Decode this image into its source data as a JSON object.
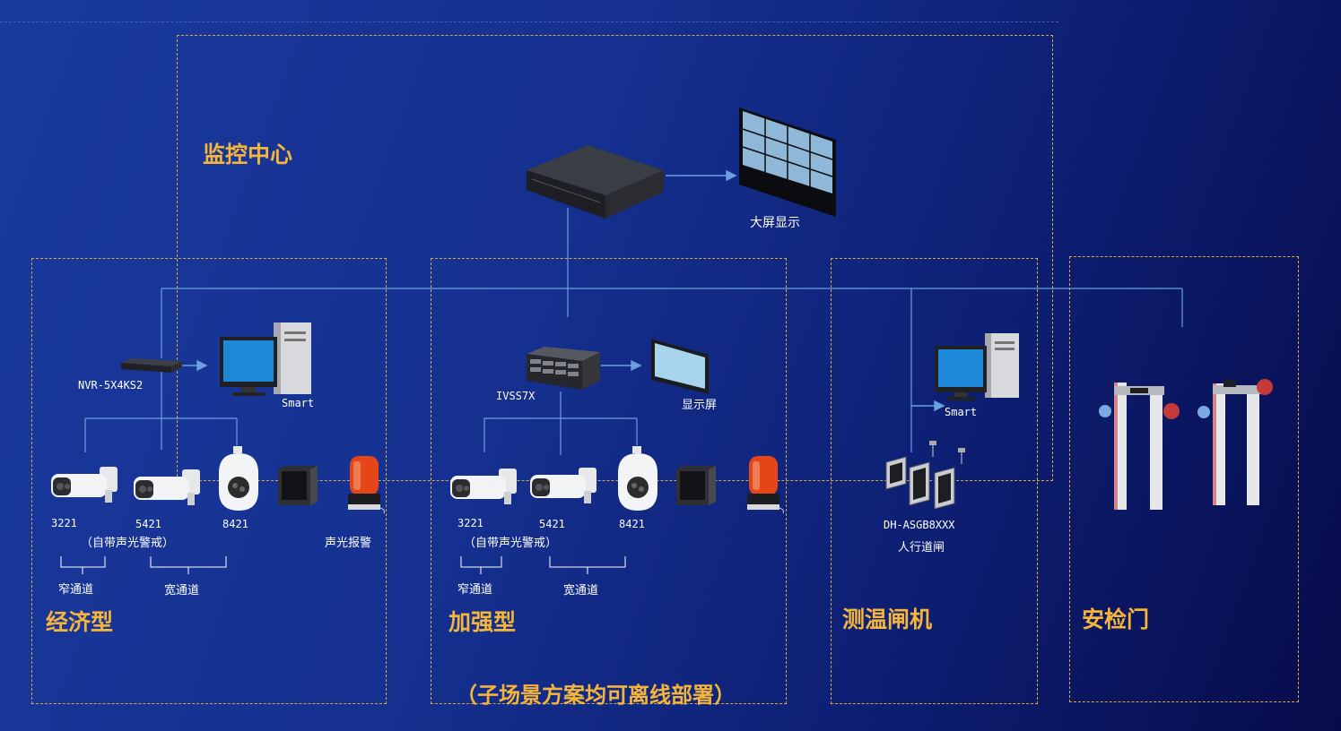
{
  "zones": {
    "monitor_center": {
      "title": "监控中心",
      "display_label": "大屏显示"
    },
    "economy": {
      "title": "经济型",
      "nvr_label": "NVR-5X4KS2",
      "pc_label": "Smart",
      "cameras": [
        "3221",
        "5421",
        "8421"
      ],
      "self_alarm_note": "（自带声光警戒）",
      "alarm_label": "声光报警",
      "narrow_label": "窄通道",
      "wide_label": "宽通道"
    },
    "enhanced": {
      "title": "加强型",
      "ivss_label": "IVSS7X",
      "screen_label": "显示屏",
      "cameras": [
        "3221",
        "5421",
        "8421"
      ],
      "self_alarm_note": "（自带声光警戒）",
      "narrow_label": "窄通道",
      "wide_label": "宽通道"
    },
    "gate": {
      "title": "测温闸机",
      "pc_label": "Smart",
      "gate_model": "DH-ASGB8XXX",
      "gate_label": "人行道闸"
    },
    "security_door": {
      "title": "安检门"
    }
  },
  "footnote": "（子场景方案均可离线部署）",
  "colors": {
    "title": "#f5b53a",
    "dashed": "#d9a93a",
    "line": "#6aa0e0"
  }
}
